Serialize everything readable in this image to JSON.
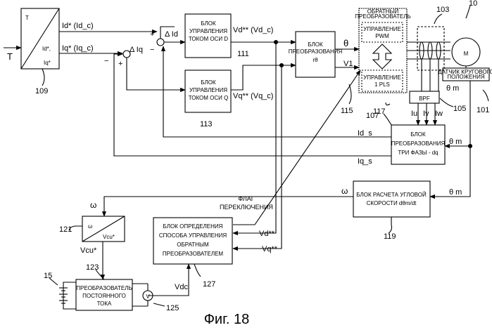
{
  "blocks": {
    "b109": {
      "ref": "109",
      "top": "T",
      "out1": "Id*,",
      "out2": "Iq*"
    },
    "b111": {
      "ref": "111",
      "lines": [
        "БЛОК",
        "УПРАВЛЕНИЯ",
        "ТОКОМ ОСИ D"
      ]
    },
    "b113": {
      "ref": "113",
      "lines": [
        "БЛОК",
        "УПРАВЛЕНИЯ",
        "ТОКОМ ОСИ Q"
      ]
    },
    "b115": {
      "ref": "115",
      "lines": [
        "БЛОК",
        "ПРЕОБРАЗОВАНИЯ",
        "rθ"
      ]
    },
    "b117": {
      "ref": "117",
      "title": [
        "ОБРАТНЫЙ",
        "ПРЕОБРАЗОВАТЕЛЬ"
      ],
      "pwm": [
        "УПРАВЛЕНИЕ",
        "PWM"
      ],
      "pls": [
        "УПРАВЛЕНИЕ",
        "1 PLS"
      ]
    },
    "b107": {
      "ref": "107",
      "lines": [
        "БЛОК",
        "ПРЕОБРАЗОВАНИЯ",
        "ТРИ ФАЗЫ - dq"
      ]
    },
    "b105": {
      "ref": "105",
      "label": "BPF"
    },
    "b119": {
      "ref": "119",
      "lines": [
        "БЛОК РАСЧЕТА УГЛОВОЙ",
        "СКОРОСТИ dθm/dt"
      ]
    },
    "b121": {
      "ref": "121",
      "in": "ω",
      "out": "Vcu*"
    },
    "b127": {
      "ref": "127",
      "lines": [
        "БЛОК ОПРЕДЕЛЕНИЯ",
        "СПОСОБА УПРАВЛЕНИЯ",
        "ОБРАТНЫМ",
        "ПРЕОБРАЗОВАТЕЛЕМ"
      ]
    },
    "b123": {
      "ref": "123",
      "lines": [
        "ПРЕОБРАЗОВАТЕЛЬ",
        "ПОСТОЯННОГО",
        "ТОКА"
      ]
    },
    "b101": {
      "ref": "101",
      "lines": [
        "ДАТЧИК КРУГОВОГО",
        "ПОЛОЖЕНИЯ"
      ]
    },
    "motor": {
      "ref": "10",
      "label": "M"
    },
    "b103": {
      "ref": "103"
    },
    "battery": {
      "ref": "15"
    },
    "voltmeter": {
      "ref": "125",
      "label": "V"
    }
  },
  "signals": {
    "T": "T",
    "id_ref": "Id* (Id_c)",
    "iq_ref": "Iq* (Iq_c)",
    "delta_id": "Δ Id",
    "delta_iq": "Δ Iq",
    "vd": "Vd** (Vd_c)",
    "vq": "Vq** (Vq_c)",
    "theta": "θ",
    "v1": "V1",
    "theta_m": "θ m",
    "id_s": "Id_s",
    "iq_s": "Iq_s",
    "iu": "Iu",
    "iv": "Iv",
    "iw": "Iw",
    "omega": "ω",
    "flag": [
      "ФЛАГ",
      "ПЕРЕКЛЮЧЕНИЯ"
    ],
    "vd2": "Vd**",
    "vq2": "Vq**",
    "vcu": "Vcu*",
    "vdc": "Vdc",
    "plus": "+",
    "minus": "−"
  },
  "caption": "Фиг. 18"
}
